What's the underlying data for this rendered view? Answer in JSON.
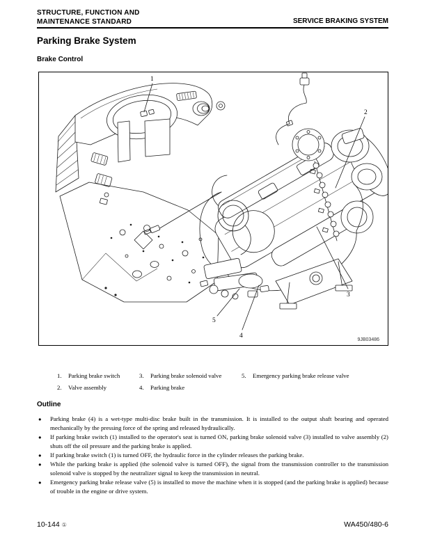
{
  "header": {
    "left_line1": "STRUCTURE, FUNCTION AND",
    "left_line2": "MAINTENANCE STANDARD",
    "right": "SERVICE BRAKING SYSTEM"
  },
  "title": "Parking Brake System",
  "subtitle": "Brake Control",
  "figure": {
    "code": "9JB03486",
    "callouts": [
      {
        "num": "1"
      },
      {
        "num": "2"
      },
      {
        "num": "3"
      },
      {
        "num": "4"
      },
      {
        "num": "5"
      }
    ]
  },
  "legend": {
    "items": [
      {
        "num": "1.",
        "label": "Parking brake switch"
      },
      {
        "num": "2.",
        "label": "Valve assembly"
      },
      {
        "num": "3.",
        "label": "Parking brake solenoid valve"
      },
      {
        "num": "4.",
        "label": "Parking brake"
      },
      {
        "num": "5.",
        "label": "Emergency parking brake release valve"
      }
    ]
  },
  "outline": {
    "heading": "Outline",
    "bullet_glyph": "●",
    "bullets": [
      "Parking brake (4) is a wet-type multi-disc brake built in the transmission. It is installed to the output shaft bearing and operated mechanically by the pressing force of the spring and released hydraulically.",
      "If parking brake switch (1) installed to the operator's seat is turned ON, parking brake solenoid valve (3) installed to valve assembly (2) shuts off the oil pressure and the parking brake is applied.",
      "If parking brake switch (1) is turned OFF, the hydraulic force in the cylinder releases the parking brake.",
      "While the parking brake is applied (the solenoid valve is turned OFF), the signal from the transmission controller to the transmission solenoid valve is stopped by the neutralizer signal to keep the transmission in neutral.",
      "Emergency parking brake release valve (5) is installed to move the machine when it is stopped (and the parking brake is applied) because of trouble in the engine or drive system."
    ]
  },
  "footer": {
    "page": "10-144",
    "page_symbol": "①",
    "model": "WA450/480-6"
  }
}
